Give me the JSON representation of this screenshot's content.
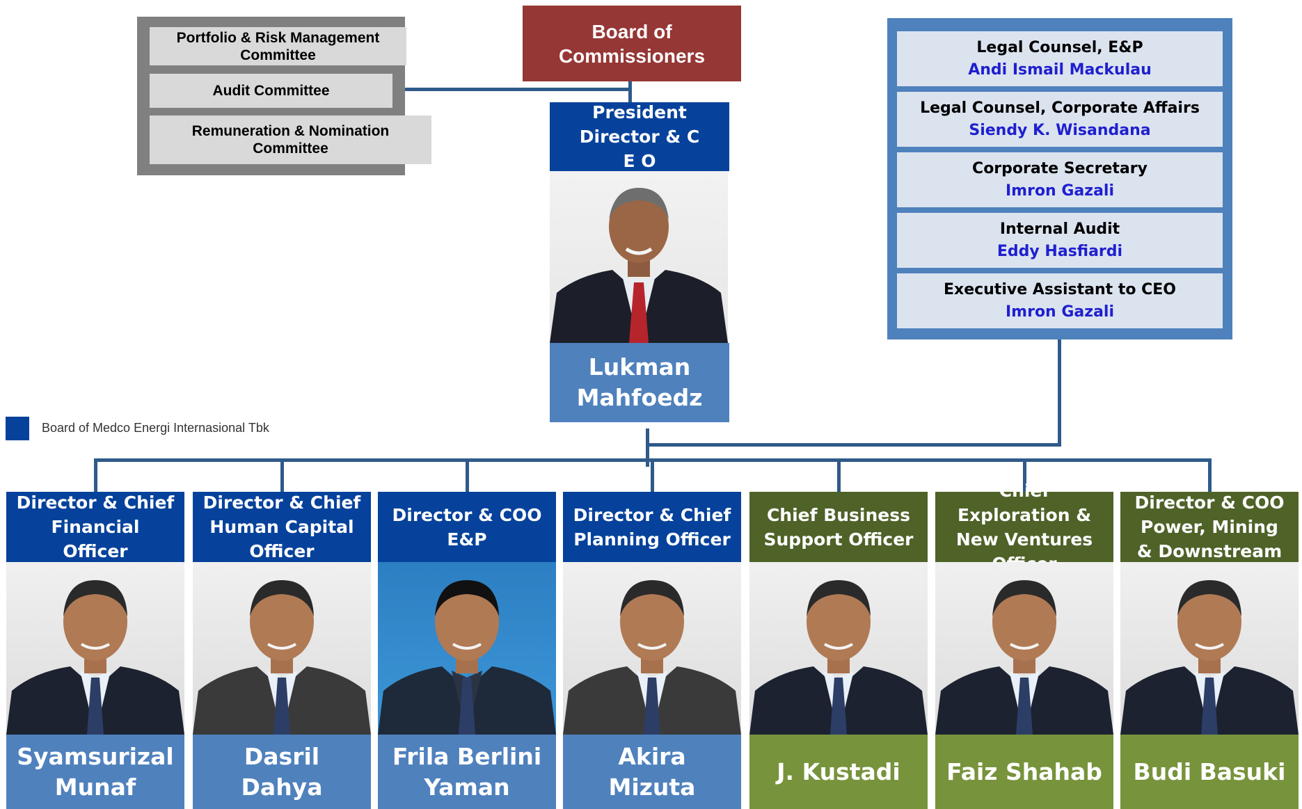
{
  "committees": [
    "Portfolio & Risk Management Committee",
    "Audit Committee",
    "Remuneration  & Nomination Committee"
  ],
  "board_of_commissioners": "Board of Commissioners",
  "ceo": {
    "title": "President Director & C E O",
    "name": "Lukman Mahfoedz"
  },
  "advisory": [
    {
      "role": "Legal Counsel, E&P",
      "person": "Andi Ismail Mackulau"
    },
    {
      "role": "Legal Counsel, Corporate Affairs",
      "person": "Siendy K. Wisandana"
    },
    {
      "role": "Corporate Secretary",
      "person": "Imron Gazali"
    },
    {
      "role": "Internal Audit",
      "person": "Eddy Hasfiardi"
    },
    {
      "role": "Executive  Assistant to CEO",
      "person": "Imron Gazali"
    }
  ],
  "legend": {
    "label": "Board of Medco Energi Internasional Tbk",
    "color": "#06429b"
  },
  "directors": [
    {
      "title": "Director & Chief Financial Officer",
      "name": "Syamsurizal Munaf",
      "group": "board"
    },
    {
      "title": "Director  & Chief Human Capital Officer",
      "name": "Dasril Dahya",
      "group": "board"
    },
    {
      "title": "Director & COO E&P",
      "name": "Frila Berlini Yaman",
      "group": "board"
    },
    {
      "title": "Director & Chief Planning Officer",
      "name": "Akira Mizuta",
      "group": "board"
    },
    {
      "title": "Chief Business Support Officer",
      "name": "J. Kustadi",
      "group": "management"
    },
    {
      "title": "Chief Exploration & New Ventures Officer",
      "name": "Faiz Shahab",
      "group": "management"
    },
    {
      "title": "Director & COO Power, Mining  & Downstream",
      "name": "Budi Basuki",
      "group": "management"
    }
  ],
  "colors": {
    "board_header": "#06429b",
    "board_name": "#4f81bd",
    "management_header": "#4f6228",
    "management_name": "#77933c",
    "commissioners": "#953735",
    "advisory_panel": "#4f81bd",
    "advisory_person_text": "#1f1fcf"
  }
}
